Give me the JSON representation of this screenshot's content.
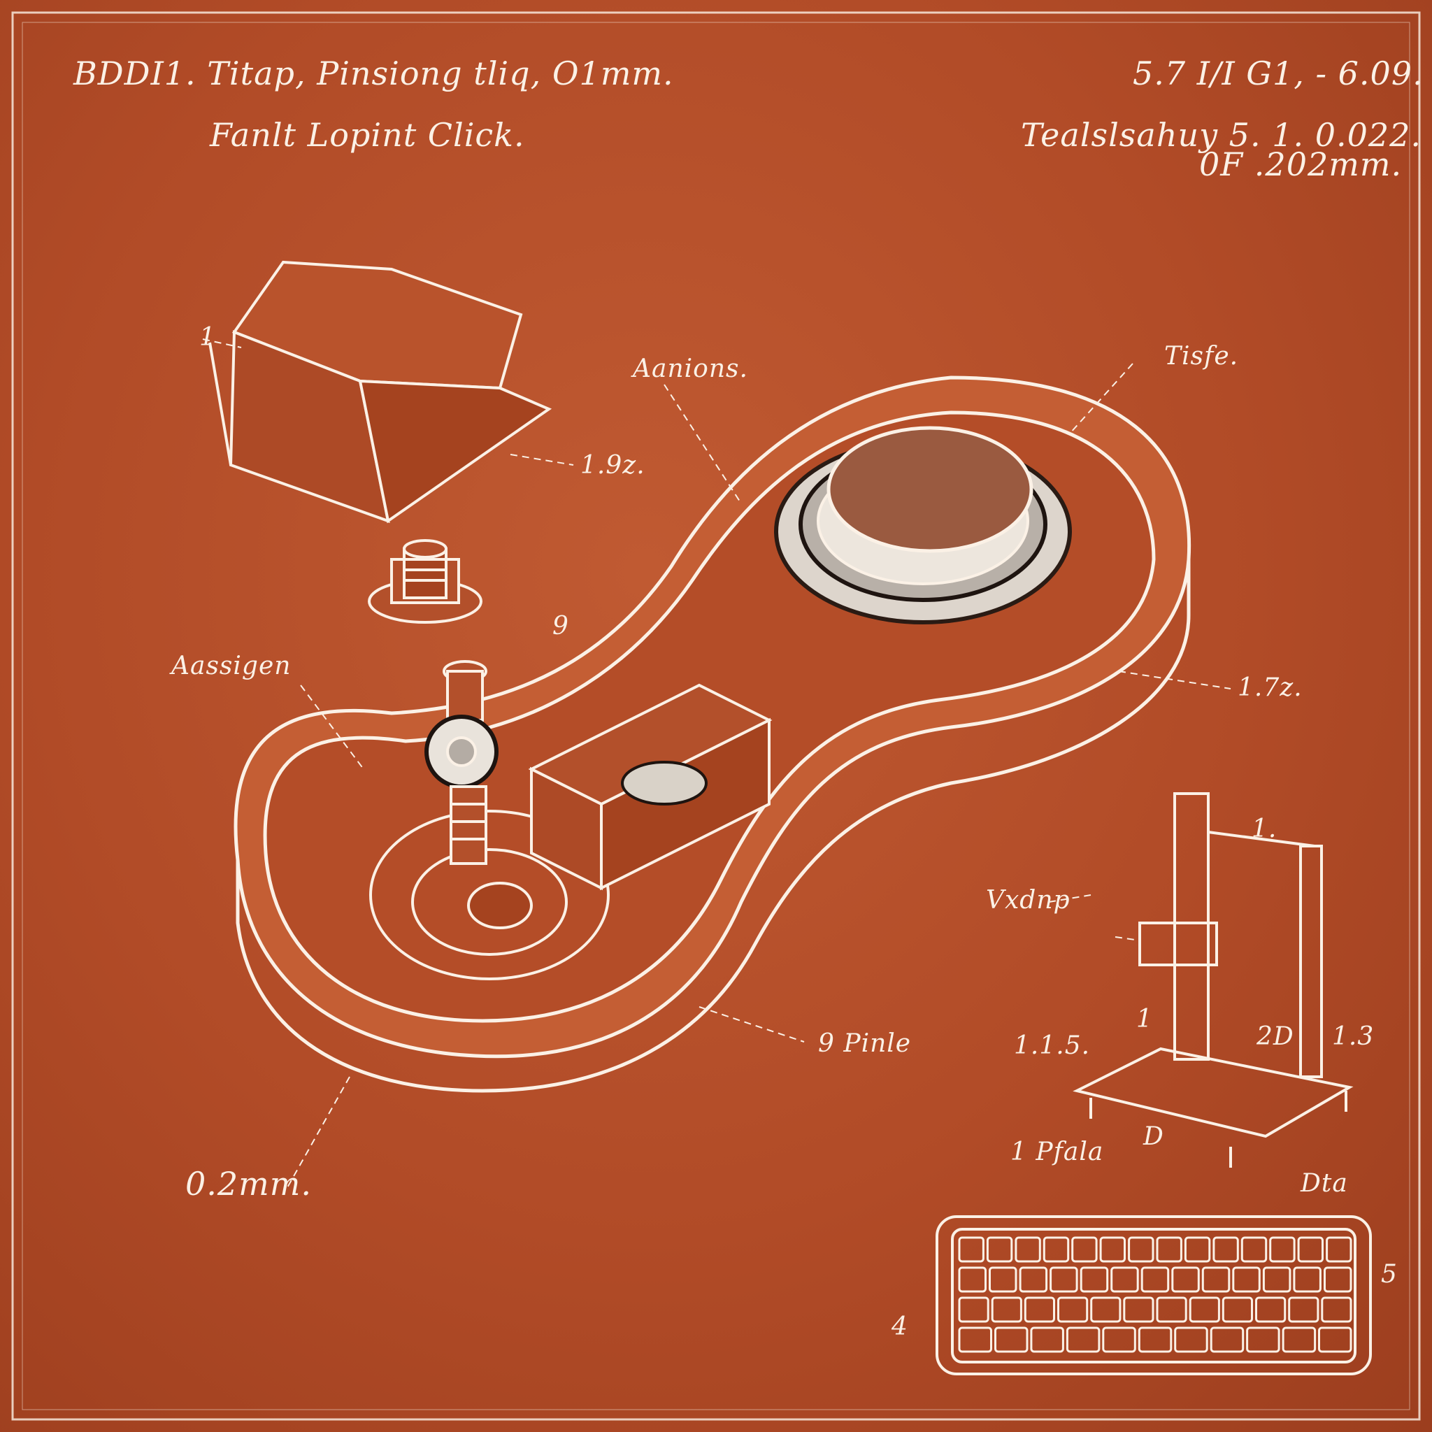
{
  "header_left": {
    "line1": "BDDI1. Titap, Pinsiong tliq, O1mm.",
    "line2": "Fanlt Lopint Click."
  },
  "header_right": {
    "line1": "5.7 I/I G1, - 6.09.",
    "line2": "Tealslsahuy 5. 1. 0.022.",
    "line3": "0F .202mm."
  },
  "callouts": {
    "keycap_number": "1",
    "keycap_dim": "1.9z.",
    "assembly_label": "Aanions.",
    "top_right_label": "Tisfe.",
    "side_dim": "1.7z.",
    "spring_label": "Aassigen",
    "small_label": "9",
    "bottom_label": "9 Pinle",
    "thickness": "0.2mm."
  },
  "stand": {
    "top_label": "1.",
    "side_label": "Vxdnp",
    "num_left": "1",
    "dim_left": "1.1.5.",
    "dim_mid": "2D",
    "dim_right": "1.3",
    "foot_label": "1 Pfala",
    "foot_note": "D"
  },
  "keyboard": {
    "label_right": "Dta",
    "num_right": "5",
    "num_left": "4"
  },
  "colors": {
    "paper": "#b04a26",
    "ink": "#fbf1e6"
  }
}
